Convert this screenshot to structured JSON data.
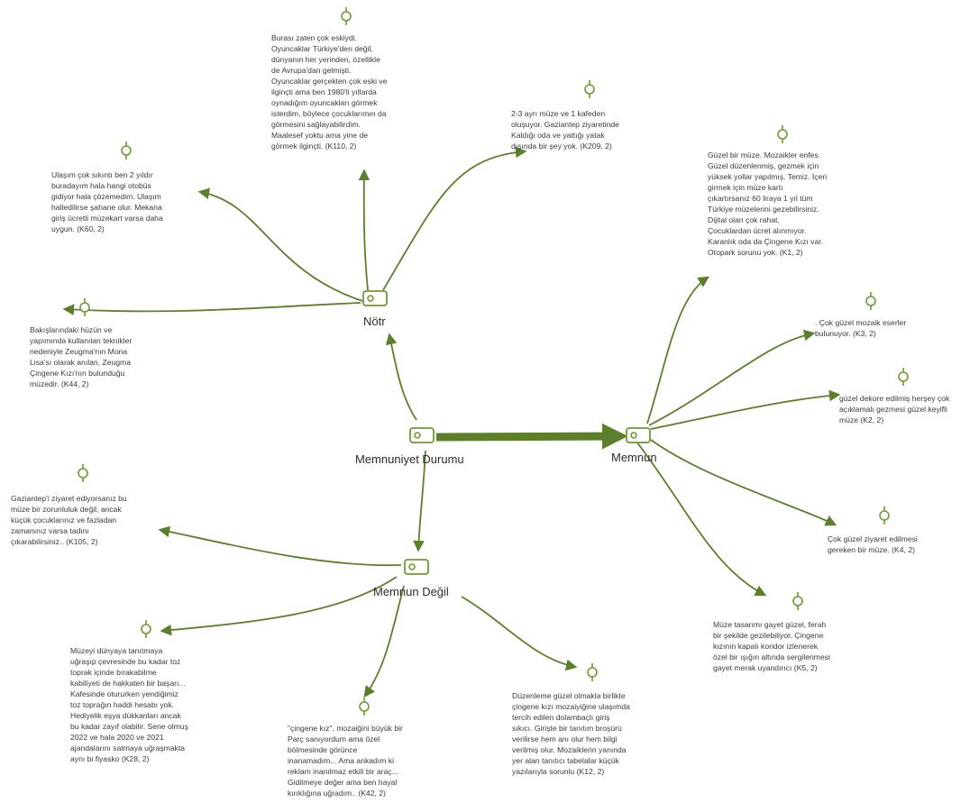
{
  "colors": {
    "edge": "#5b7f2b",
    "accent": "#6e9a33",
    "text": "#333333"
  },
  "icon_names": {
    "hub": "code-tag-icon",
    "quote": "memo-pin-icon"
  },
  "hubs": {
    "center": "Memnuniyet Durumu",
    "notr": "Nötr",
    "memnun": "Memnun",
    "memnun_degil": "Memnun Değil"
  },
  "quotes": {
    "n1": [
      "Burası zaten çok eskiydi.",
      "Oyuncaklar Türkiye'den değil,",
      "dünyanın her yerinden, özellikle",
      "de Avrupa'dan gelmişti.",
      "Oyuncaklar gerçekten çok eski ve",
      "ilginçti ama ben 1980'li yıllarda",
      "oynadığım oyuncakları görmek",
      "isterdim, böylece çocuklarımın da",
      "görmesini sağlayabilirdim.",
      "Maalesef yoktu ama yine de",
      "görmek ilginçti. (K110, 2)"
    ],
    "n2": [
      "2-3 ayrı müze ve 1 kafeden",
      "oluşuyor. Gaziantep ziyaretinde",
      "Kaldığı oda ve yattığı yatak",
      "dışında bir şey yok. (K209, 2)"
    ],
    "n3": [
      "Ulaşım çok sıkıntı ben 2 yıldır",
      "buradayım hala hangi otobüs",
      "gidiyor hala çözemedim. Ulaşım",
      "halledilirse şahane olur. Mekana",
      "giriş ücretli müzekart varsa daha",
      "uygun. (K60, 2)"
    ],
    "n4": [
      "Bakışlarındaki hüzün ve",
      "yapımında kullanılan teknikler",
      "nedeniyle Zeugma'nın Mona",
      "Lisa'sı olarak anılan, Zeugma",
      "Çingene Kızı'nın bulunduğu",
      "müzedir. (K44, 2)"
    ],
    "m1": [
      "Güzel bir müze. Mozaikler enfes.",
      "Güzel düzenlenmiş, gezmek için",
      "yüksek yollar yapılmış. Temiz. İçeri",
      "girmek için müze kartı",
      "çıkartırsanız 60 liraya 1 yıl tüm",
      "Türkiye müzelerini gezebilirsiniz.",
      "Dijital olan çok rahat.",
      "Çocuklardan ücret alınmıyor.",
      "Karanlık oda da Çingene Kızı var.",
      "Otopark sorunu yok. (K1, 2)"
    ],
    "m2": [
      ". Çok güzel mozaik eserler",
      "bulunuyor. (K3, 2)"
    ],
    "m3": [
      "güzel dekore edilmiş herşey çok",
      "açıklamalı gezmesi güzel keyifli",
      "müze (K2, 2)"
    ],
    "m4": [
      "Çok güzel ziyaret edilmesi",
      "gereken bir müze. (K4, 2)"
    ],
    "m5": [
      "Müze tasarımı gayet güzel, ferah",
      "bir şekilde gezilebiliyor. Çingene",
      "kızının kapalı koridor izlenerek",
      "özel bir ışığın altında sergilenmesi",
      "gayet merak uyandırıcı (K5, 2)"
    ],
    "d1": [
      "Gaziantep'i ziyaret ediyorsanız bu",
      "müze bir zorunluluk değil, ancak",
      "küçük çocuklarınız ve fazladan",
      "zamanınız varsa tadını",
      "çıkarabilirsiniz.. (K105, 2)"
    ],
    "d2": [
      "Müzeyi dünyaya tanıtmaya",
      "uğraşıp çevresinde bu kadar toz",
      "toprak içinde bırakabilme",
      "kabiliyeti de hakkaten bir başarı...",
      "Kafesinde otururken yendiğimiz",
      "toz toprağın haddi hesabı yok.",
      "Hediyelik eşya dükkanları ancak",
      "bu kadar zayıf olabilir. Sene olmuş",
      "2022 ve hala 2020 ve 2021",
      "ajandalarını satmaya uğraşmakta",
      "aynı bi fiyasko (K28, 2)"
    ],
    "d3": [
      "\"çingene kız\", mozaiğini büyük bir",
      "Parç sanıyordum ama özel",
      "bölmesinde görünce",
      "inanamadım... Ama ankadım ki",
      "reklam inanılmaz etkili bir araç...",
      "Gidilmeye değer ama ben hayal",
      "kırıklığına uğradım.. (K42, 2)"
    ],
    "d4": [
      "Düzenleme güzel olmakla birlikte",
      "çingene kızı mozaiyiğine ulaşımda",
      "tercih edilen dolambaçlı giriş",
      "sıkıcı. Girişte bir tanıtım broşürü",
      "verilirse hem anı olur hem bilgi",
      "verilmiş olur. Mozaiklerin yanında",
      "yer alan tanıtıcı tabelalar küçük",
      "yazılarıyla sorunlu (K12, 2)"
    ]
  }
}
